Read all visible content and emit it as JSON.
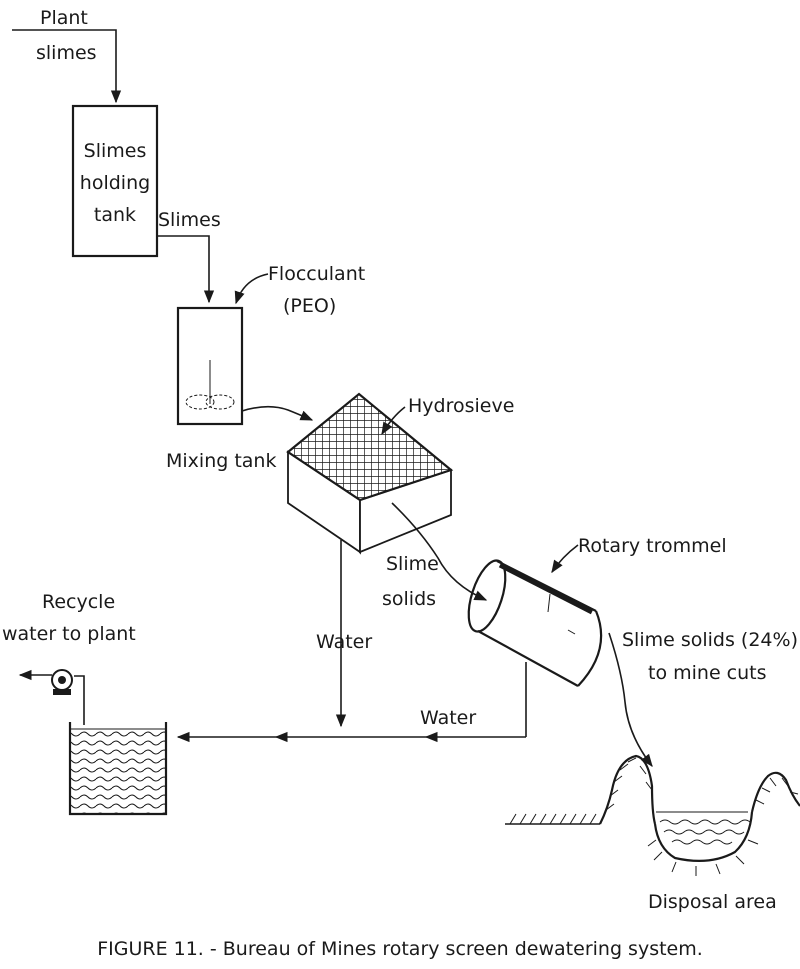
{
  "labels": {
    "plant_line1": "Plant",
    "plant_line2": "slimes",
    "holding_line1": "Slimes",
    "holding_line2": "holding",
    "holding_line3": "tank",
    "slimes_flow": "Slimes",
    "flocculant_line1": "Flocculant",
    "flocculant_line2": "(PEO)",
    "mixing_tank": "Mixing tank",
    "hydrosieve": "Hydrosieve",
    "slime_solids_line1": "Slime",
    "slime_solids_line2": "solids",
    "rotary_trommel": "Rotary trommel",
    "recycle_line1": "Recycle",
    "recycle_line2": "water to plant",
    "water_left": "Water",
    "water_right": "Water",
    "slime_out_line1": "Slime solids (24%)",
    "slime_out_line2": "to mine cuts",
    "disposal_area": "Disposal area"
  },
  "caption": "FIGURE 11. - Bureau of Mines rotary screen dewatering system."
}
